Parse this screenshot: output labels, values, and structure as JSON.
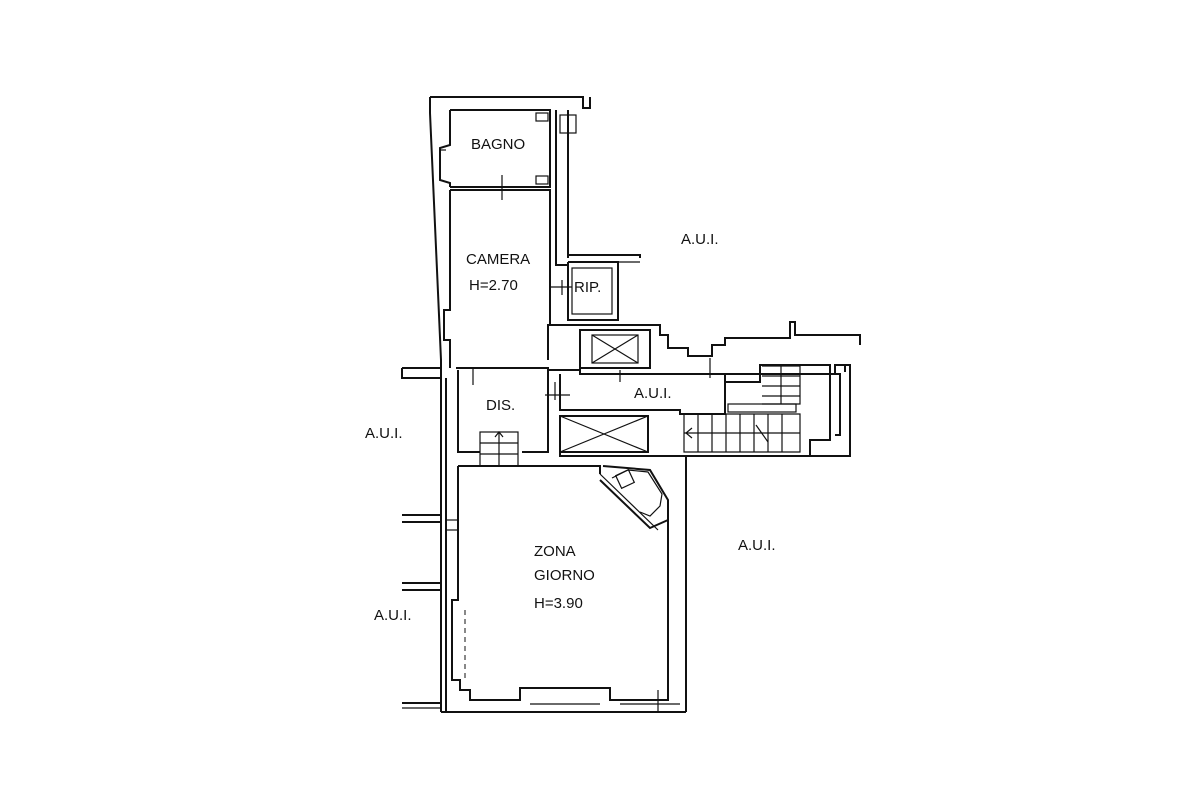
{
  "rooms": {
    "bagno": "BAGNO",
    "camera": "CAMERA",
    "camera_height": "H=2.70",
    "ripostiglio": "RIP.",
    "disimpegno": "DIS.",
    "zona_giorno_line1": "ZONA",
    "zona_giorno_line2": "GIORNO",
    "zona_giorno_height": "H=3.90"
  },
  "adjacent_units": {
    "top_right": "A.U.I.",
    "center_corridor": "A.U.I.",
    "left_upper": "A.U.I.",
    "left_lower": "A.U.I.",
    "right_middle": "A.U.I."
  },
  "colors": {
    "line": "#111111",
    "background": "#ffffff"
  }
}
